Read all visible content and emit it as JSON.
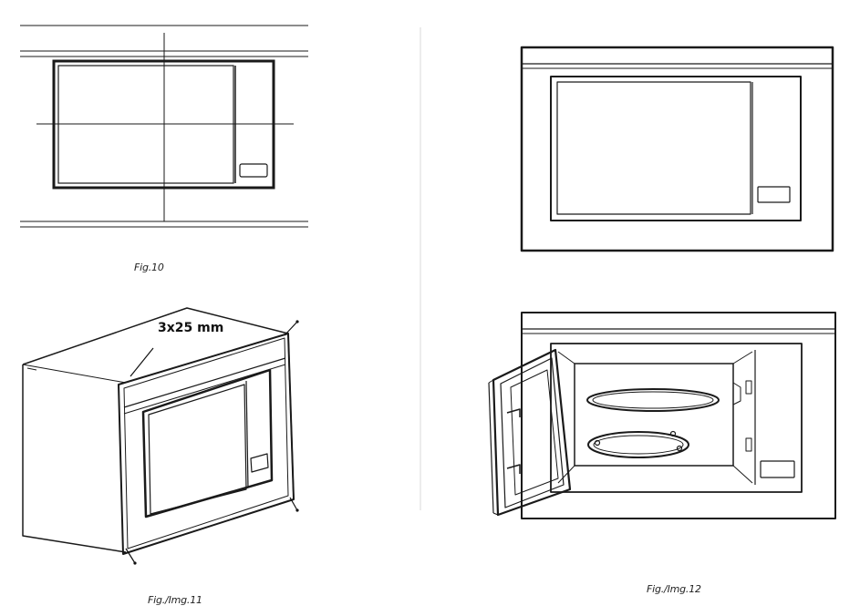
{
  "figures": {
    "fig10": {
      "caption": "Fig.10"
    },
    "fig11": {
      "caption": "Fig./Img.11",
      "screw_label": "3x25 mm"
    },
    "fig12": {
      "caption": "Fig./Img.12"
    }
  }
}
